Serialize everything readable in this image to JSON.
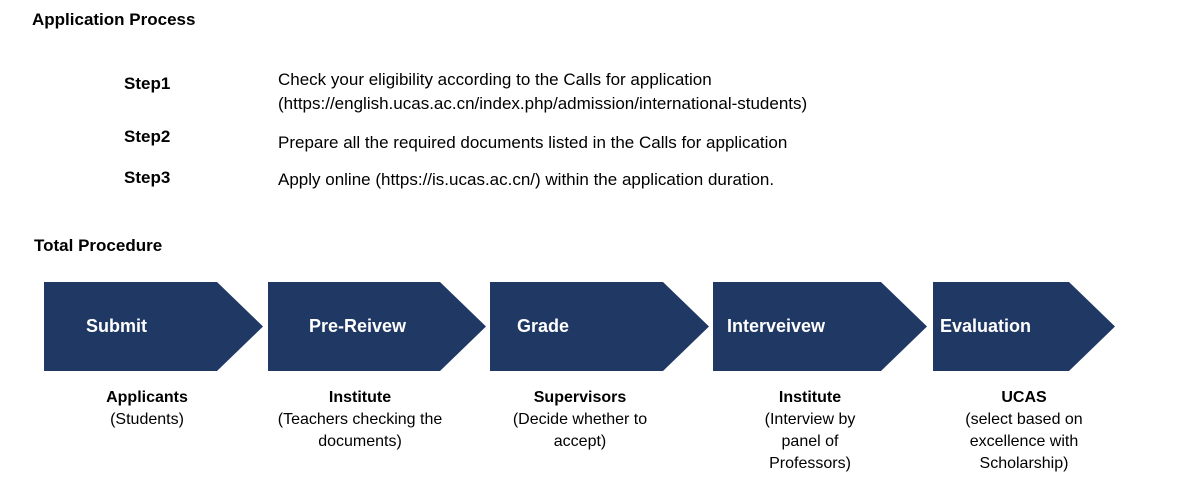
{
  "colors": {
    "arrow_fill": "#1f3864",
    "arrow_text": "#ffffff",
    "body_text": "#000000",
    "background": "#ffffff"
  },
  "application_process": {
    "title": "Application Process",
    "steps": [
      {
        "label": "Step1",
        "lines": [
          "Check your eligibility according to the Calls for application",
          "(https://english.ucas.ac.cn/index.php/admission/international-students)"
        ]
      },
      {
        "label": "Step2",
        "lines": [
          "Prepare all the required documents listed in the Calls for application"
        ]
      },
      {
        "label": "Step3",
        "lines": [
          "Apply online (https://is.ucas.ac.cn/) within the application duration."
        ]
      }
    ]
  },
  "total_procedure": {
    "title": "Total Procedure",
    "stages": [
      {
        "label": "Submit",
        "caption_title": "Applicants",
        "caption_lines": [
          "(Students)"
        ]
      },
      {
        "label": "Pre-Reivew",
        "caption_title": "Institute",
        "caption_lines": [
          "(Teachers checking the",
          "documents)"
        ]
      },
      {
        "label": "Grade",
        "caption_title": "Supervisors",
        "caption_lines": [
          "(Decide whether to",
          "accept)"
        ]
      },
      {
        "label": "Interveivew",
        "caption_title": "Institute",
        "caption_lines": [
          "(Interview by",
          "panel of",
          "Professors)"
        ]
      },
      {
        "label": "Evaluation",
        "caption_title": "UCAS",
        "caption_lines": [
          "(select based on",
          "excellence with",
          "Scholarship)"
        ]
      }
    ]
  }
}
